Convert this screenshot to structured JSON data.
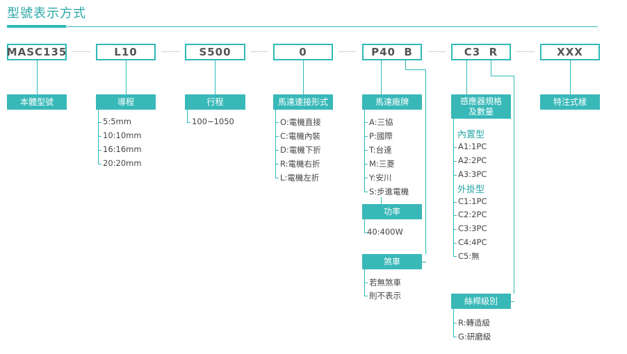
{
  "title": "型號表示方式",
  "segments": [
    {
      "code": "MASC135",
      "label": "本體型號",
      "options": []
    },
    {
      "code": "L10",
      "label": "導程",
      "options": [
        "5:5mm",
        "10:10mm",
        "16:16mm",
        "20:20mm"
      ]
    },
    {
      "code": "S500",
      "label": "行程",
      "options": [
        "100~1050"
      ]
    },
    {
      "code": "0",
      "label": "馬達連接形式",
      "options": [
        "O:電機直接",
        "C:電機內裝",
        "D:電機下折",
        "R:電機右折",
        "L:電機左折"
      ]
    },
    {
      "code": "P40  B",
      "label": "馬達廠牌",
      "options": [
        "A:三協",
        "P:國際",
        "T:台達",
        "M:三菱",
        "Y:安川",
        "S:步進電機"
      ]
    },
    {
      "code": "C3  R",
      "label": "感應器規格\n及數量",
      "options": []
    },
    {
      "code": "XXX",
      "label": "特注式樣",
      "options": []
    }
  ],
  "power": {
    "label": "功率",
    "options": [
      "40:400W"
    ]
  },
  "brake": {
    "label": "煞車",
    "options": [
      "若無煞車",
      "則不表示"
    ]
  },
  "sensor": {
    "internal_title": "內置型",
    "internal": [
      "A1:1PC",
      "A2:2PC",
      "A3:3PC"
    ],
    "external_title": "外掛型",
    "external": [
      "C1:1PC",
      "C2:2PC",
      "C3:3PC",
      "C4:4PC",
      "C5:無"
    ]
  },
  "screw": {
    "label": "絲桿級別",
    "options": [
      "R:轉造級",
      "G:研磨級"
    ]
  },
  "colors": {
    "accent": "#2fb8b8",
    "label_bg": "#39b8b8",
    "title": "#2aa7a7"
  }
}
